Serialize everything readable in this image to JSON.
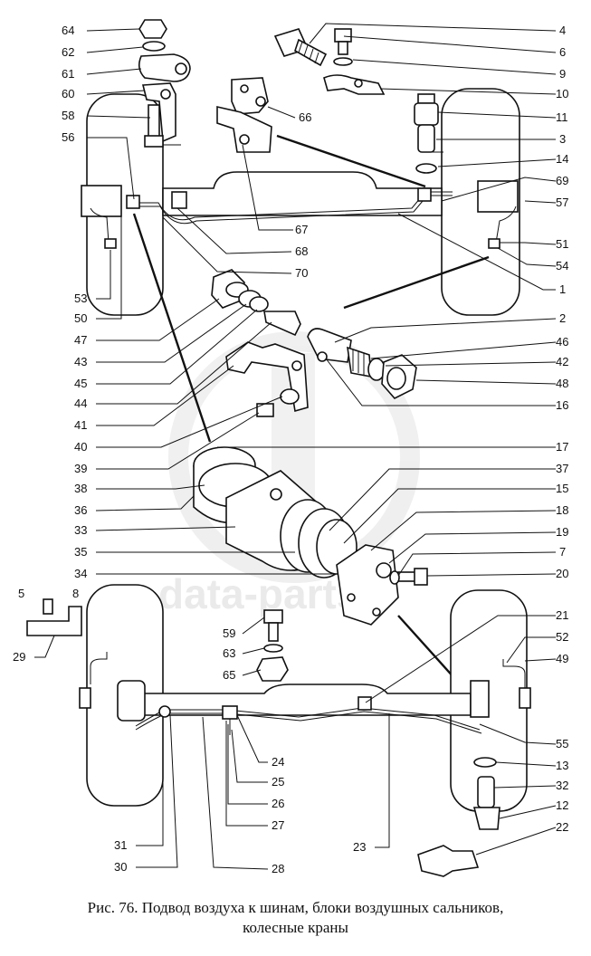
{
  "watermark": {
    "text": "data-parts"
  },
  "caption": {
    "line1": "Рис. 76. Подвод воздуха к шинам, блоки воздушных сальников,",
    "line2": "колесные краны"
  },
  "callouts": [
    {
      "id": "c4",
      "label": "4"
    },
    {
      "id": "c6",
      "label": "6"
    },
    {
      "id": "c9",
      "label": "9"
    },
    {
      "id": "c10",
      "label": "10"
    },
    {
      "id": "c11",
      "label": "11"
    },
    {
      "id": "c3",
      "label": "3"
    },
    {
      "id": "c14",
      "label": "14"
    },
    {
      "id": "c69",
      "label": "69"
    },
    {
      "id": "c57",
      "label": "57"
    },
    {
      "id": "c51",
      "label": "51"
    },
    {
      "id": "c54",
      "label": "54"
    },
    {
      "id": "c1",
      "label": "1"
    },
    {
      "id": "c2",
      "label": "2"
    },
    {
      "id": "c46",
      "label": "46"
    },
    {
      "id": "c42",
      "label": "42"
    },
    {
      "id": "c48",
      "label": "48"
    },
    {
      "id": "c16",
      "label": "16"
    },
    {
      "id": "c17",
      "label": "17"
    },
    {
      "id": "c37",
      "label": "37"
    },
    {
      "id": "c15",
      "label": "15"
    },
    {
      "id": "c18",
      "label": "18"
    },
    {
      "id": "c19",
      "label": "19"
    },
    {
      "id": "c7",
      "label": "7"
    },
    {
      "id": "c20",
      "label": "20"
    },
    {
      "id": "c21",
      "label": "21"
    },
    {
      "id": "c52",
      "label": "52"
    },
    {
      "id": "c49",
      "label": "49"
    },
    {
      "id": "c55",
      "label": "55"
    },
    {
      "id": "c13",
      "label": "13"
    },
    {
      "id": "c32",
      "label": "32"
    },
    {
      "id": "c12",
      "label": "12"
    },
    {
      "id": "c22",
      "label": "22"
    },
    {
      "id": "c64",
      "label": "64"
    },
    {
      "id": "c62",
      "label": "62"
    },
    {
      "id": "c61",
      "label": "61"
    },
    {
      "id": "c60",
      "label": "60"
    },
    {
      "id": "c58",
      "label": "58"
    },
    {
      "id": "c56",
      "label": "56"
    },
    {
      "id": "c66",
      "label": "66"
    },
    {
      "id": "c67",
      "label": "67"
    },
    {
      "id": "c68",
      "label": "68"
    },
    {
      "id": "c70",
      "label": "70"
    },
    {
      "id": "c53",
      "label": "53"
    },
    {
      "id": "c50",
      "label": "50"
    },
    {
      "id": "c47",
      "label": "47"
    },
    {
      "id": "c43",
      "label": "43"
    },
    {
      "id": "c45",
      "label": "45"
    },
    {
      "id": "c44",
      "label": "44"
    },
    {
      "id": "c41",
      "label": "41"
    },
    {
      "id": "c40",
      "label": "40"
    },
    {
      "id": "c39",
      "label": "39"
    },
    {
      "id": "c38",
      "label": "38"
    },
    {
      "id": "c36",
      "label": "36"
    },
    {
      "id": "c33",
      "label": "33"
    },
    {
      "id": "c35",
      "label": "35"
    },
    {
      "id": "c34",
      "label": "34"
    },
    {
      "id": "c5",
      "label": "5"
    },
    {
      "id": "c8",
      "label": "8"
    },
    {
      "id": "c29",
      "label": "29"
    },
    {
      "id": "c59",
      "label": "59"
    },
    {
      "id": "c63",
      "label": "63"
    },
    {
      "id": "c65",
      "label": "65"
    },
    {
      "id": "c24",
      "label": "24"
    },
    {
      "id": "c25",
      "label": "25"
    },
    {
      "id": "c26",
      "label": "26"
    },
    {
      "id": "c27",
      "label": "27"
    },
    {
      "id": "c31",
      "label": "31"
    },
    {
      "id": "c30",
      "label": "30"
    },
    {
      "id": "c28",
      "label": "28"
    },
    {
      "id": "c23",
      "label": "23"
    }
  ]
}
